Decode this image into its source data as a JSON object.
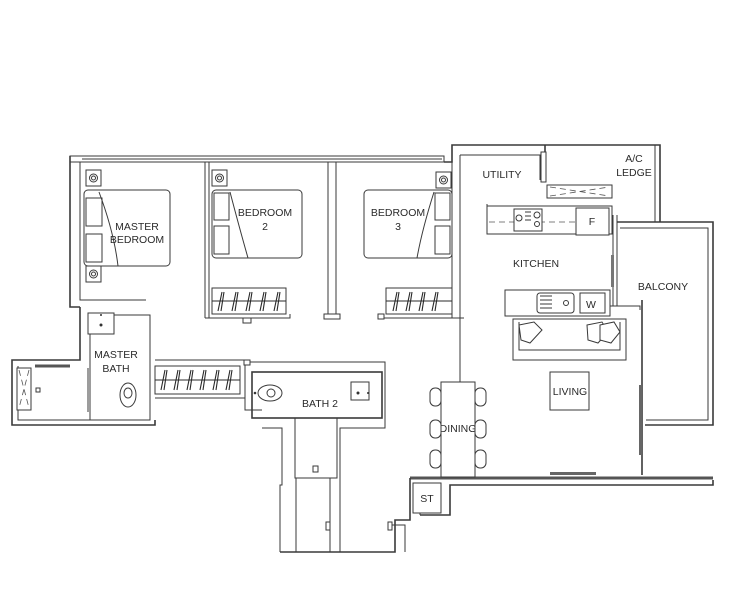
{
  "plan": {
    "rooms": {
      "master_bedroom": {
        "line1": "MASTER",
        "line2": "BEDROOM"
      },
      "bedroom2": {
        "line1": "BEDROOM",
        "line2": "2"
      },
      "bedroom3": {
        "line1": "BEDROOM",
        "line2": "3"
      },
      "utility": {
        "line1": "UTILITY"
      },
      "ac_ledge": {
        "line1": "A/C",
        "line2": "LEDGE"
      },
      "kitchen": {
        "line1": "KITCHEN"
      },
      "balcony": {
        "line1": "BALCONY"
      },
      "master_bath": {
        "line1": "MASTER",
        "line2": "BATH"
      },
      "bath2": {
        "line1": "BATH 2"
      },
      "living": {
        "line1": "LIVING"
      },
      "dining": {
        "line1": "DINING"
      },
      "store": {
        "line1": "ST"
      }
    },
    "appliances": {
      "fridge": "F",
      "washer": "W"
    }
  }
}
